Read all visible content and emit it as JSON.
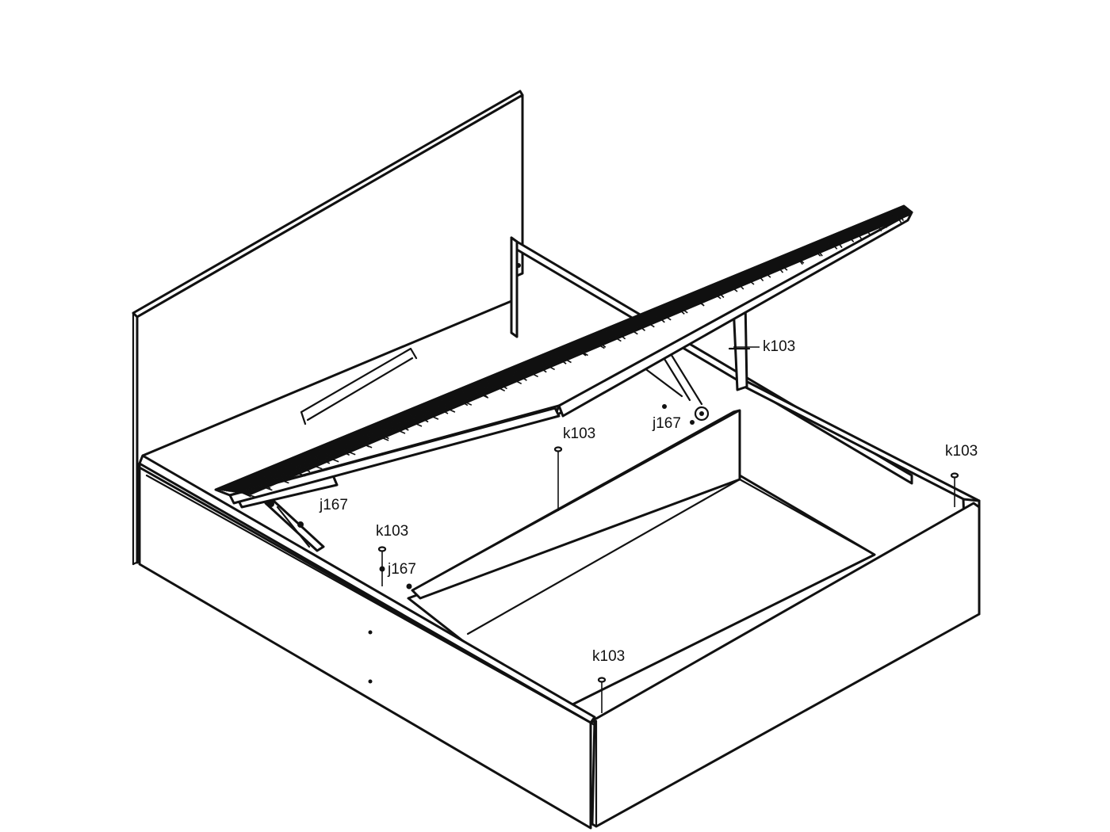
{
  "labels": {
    "k103_a": "k103",
    "k103_b": "k103",
    "k103_c": "k103",
    "k103_d": "k103",
    "k103_e": "k103",
    "j167_a": "j167",
    "j167_b": "j167",
    "j167_c": "j167"
  }
}
